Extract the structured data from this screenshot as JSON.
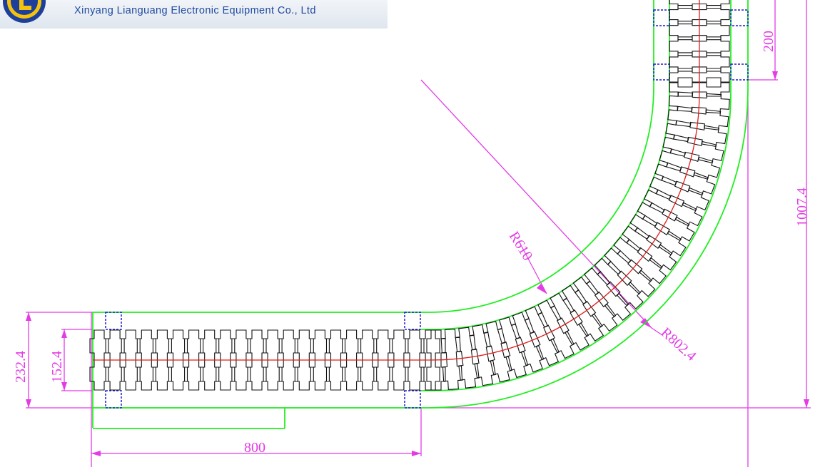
{
  "header": {
    "company_name": "Xinyang Lianguang Electronic Equipment Co., Ltd",
    "logo_letter": "L",
    "logo_icon": "lianguang-logo-icon"
  },
  "colors": {
    "guide": "#22ee22",
    "dimension": "#e33be6",
    "centerline": "#e41b1b",
    "chain": "#111111",
    "bearing": "#1a1ad0",
    "brand": "#1f4aa0"
  },
  "dimensions": {
    "overall_width": "232.4",
    "chain_width": "152.4",
    "straight_length": "800",
    "outer_height": "1007.4",
    "end_length": "200",
    "inner_radius": "R610",
    "outer_radius": "R802.4"
  }
}
